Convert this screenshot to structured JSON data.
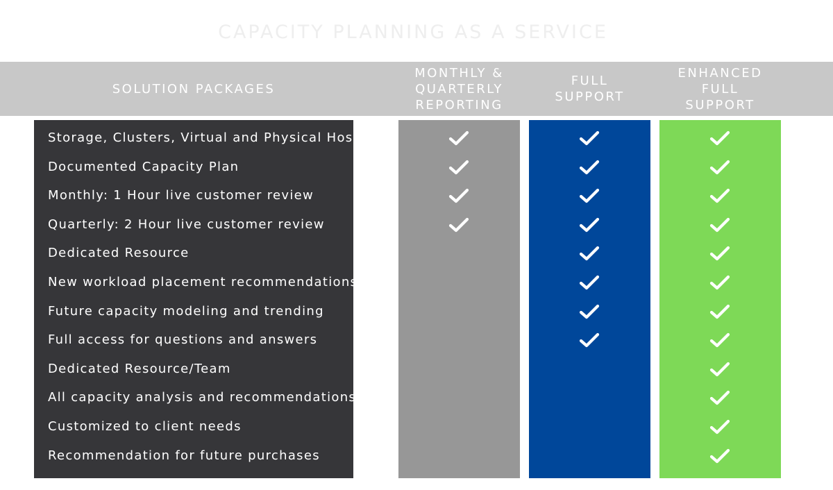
{
  "title": "CAPACITY PLANNING AS A SERVICE",
  "headers": {
    "solutions": "SOLUTION PACKAGES",
    "monthly": "MONTHLY &\nQUARTERLY\nREPORTING",
    "full": "FULL\nSUPPORT",
    "enhanced": "ENHANCED\nFULL\nSUPPORT"
  },
  "colors": {
    "features_panel": "#363639",
    "monthly_panel": "#979797",
    "full_panel": "#00479a",
    "enhanced_panel": "#7ed957",
    "header_band": "#c8c8c8"
  },
  "icons": {
    "check": "checkmark-icon"
  },
  "features": [
    "Storage, Clusters, Virtual and Physical Hosts",
    "Documented Capacity Plan",
    "Monthly: 1 Hour live customer review",
    "Quarterly: 2 Hour live customer review",
    "Dedicated Resource",
    "New workload placement recommendations",
    "Future capacity modeling and trending",
    "Full access for questions and answers",
    "Dedicated Resource/Team",
    "All capacity analysis and recommendations",
    "Customized to client needs",
    "Recommendation for future purchases"
  ],
  "included": {
    "monthly": [
      true,
      true,
      true,
      true,
      false,
      false,
      false,
      false,
      false,
      false,
      false,
      false
    ],
    "full": [
      true,
      true,
      true,
      true,
      true,
      true,
      true,
      true,
      false,
      false,
      false,
      false
    ],
    "enhanced": [
      true,
      true,
      true,
      true,
      true,
      true,
      true,
      true,
      true,
      true,
      true,
      true
    ]
  }
}
